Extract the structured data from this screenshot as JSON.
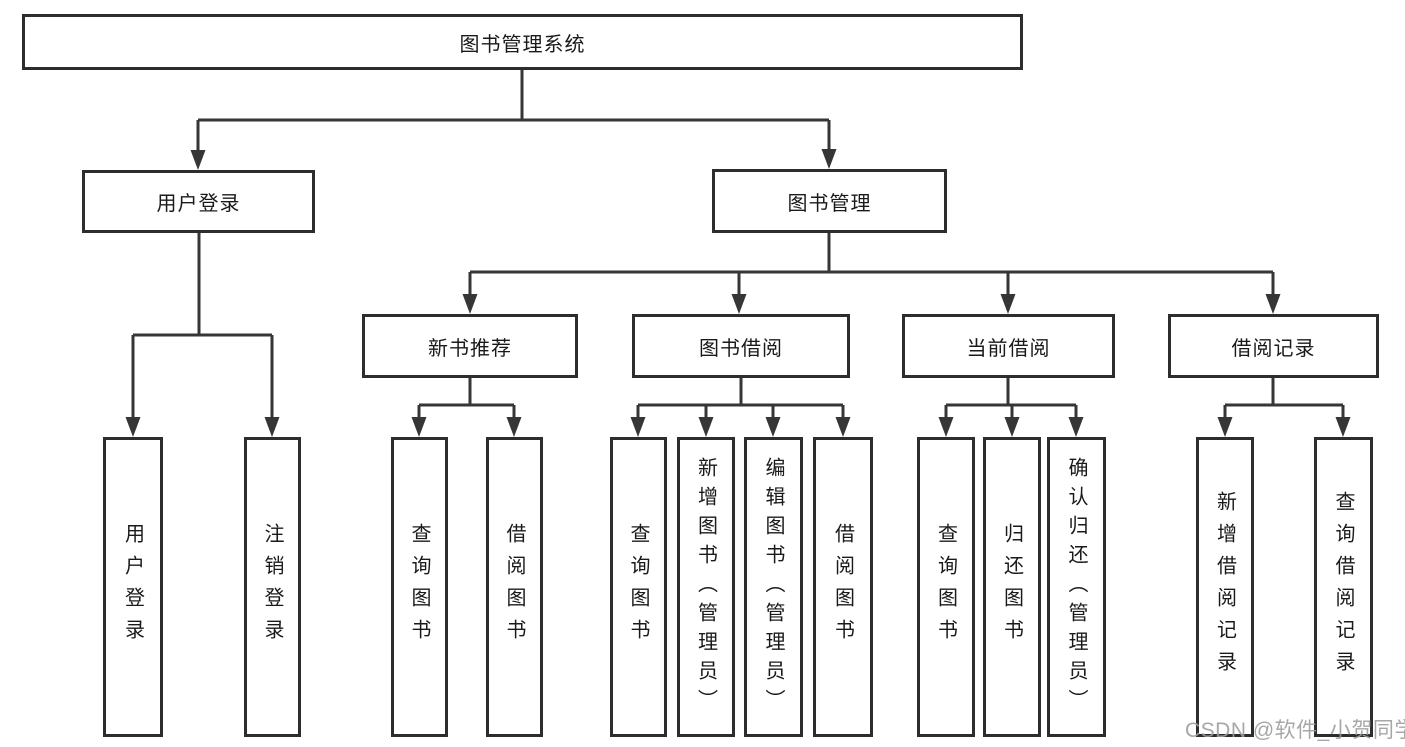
{
  "diagram": {
    "root": {
      "label": "图书管理系统",
      "children": [
        {
          "label": "用户登录",
          "children": [
            {
              "label": "用户登录"
            },
            {
              "label": "注销登录"
            }
          ]
        },
        {
          "label": "图书管理",
          "children": [
            {
              "label": "新书推荐",
              "children": [
                {
                  "label": "查询图书"
                },
                {
                  "label": "借阅图书"
                }
              ]
            },
            {
              "label": "图书借阅",
              "children": [
                {
                  "label": "查询图书"
                },
                {
                  "label": "新增图书（管理员）"
                },
                {
                  "label": "编辑图书（管理员）"
                },
                {
                  "label": "借阅图书"
                }
              ]
            },
            {
              "label": "当前借阅",
              "children": [
                {
                  "label": "查询图书"
                },
                {
                  "label": "归还图书"
                },
                {
                  "label": "确认归还（管理员）"
                }
              ]
            },
            {
              "label": "借阅记录",
              "children": [
                {
                  "label": "新增借阅记录"
                },
                {
                  "label": "查询借阅记录"
                }
              ]
            }
          ]
        }
      ]
    },
    "watermark": "CSDN @软件_小贺同学",
    "colors": {
      "line": "#363636",
      "box_border": "#2d2d2d",
      "text": "#1a1a1a",
      "watermark": "#9e9e9e",
      "background": "#ffffff"
    }
  }
}
